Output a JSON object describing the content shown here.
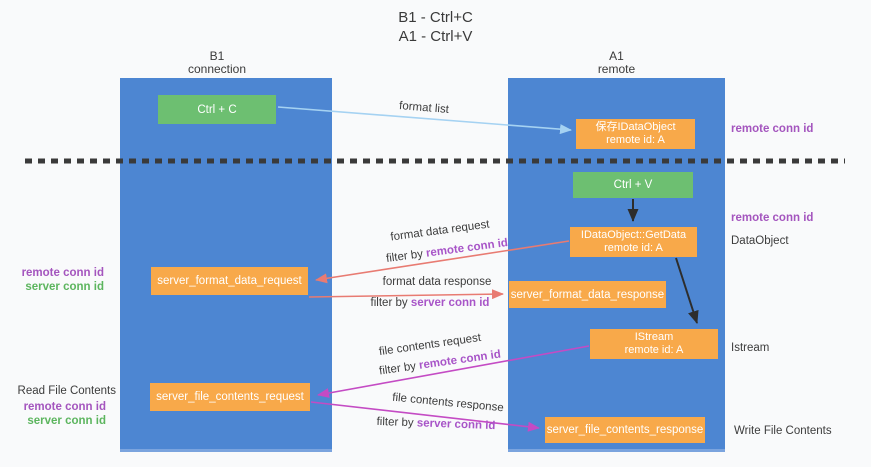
{
  "title": {
    "line1": "B1 - Ctrl+C",
    "line2": "A1 - Ctrl+V"
  },
  "lifelines": {
    "left": {
      "title": "B1",
      "subtitle": "connection"
    },
    "right": {
      "title": "A1",
      "subtitle": "remote"
    }
  },
  "boxes": {
    "ctrl_c": {
      "label": "Ctrl + C"
    },
    "save_idataobject": {
      "line1": "保存IDataObject",
      "line2": "remote id: A"
    },
    "ctrl_v": {
      "label": "Ctrl + V"
    },
    "getdata": {
      "line1": "IDataObject::GetData",
      "line2": "remote id: A"
    },
    "server_format_data_request": {
      "label": "server_format_data_request"
    },
    "server_format_data_response": {
      "label": "server_format_data_response"
    },
    "istream": {
      "line1": "IStream",
      "line2": "remote id: A"
    },
    "server_file_contents_request": {
      "label": "server_file_contents_request"
    },
    "server_file_contents_response": {
      "label": "server_file_contents_response"
    }
  },
  "arrows": {
    "format_list": {
      "label": "format list"
    },
    "format_data_request": {
      "label": "format data request",
      "filter_prefix": "filter by ",
      "filter_key": "remote conn id"
    },
    "format_data_response": {
      "label": "format data response",
      "filter_prefix": "filter by ",
      "filter_key": "server conn id"
    },
    "file_contents_request": {
      "label": "file contents request",
      "filter_prefix": "filter by ",
      "filter_key": "remote conn id"
    },
    "file_contents_response": {
      "label": "file contents response",
      "filter_prefix": "filter by ",
      "filter_key": "server conn id"
    }
  },
  "side_labels": {
    "right_remote_conn_id_top": "remote conn id",
    "right_remote_conn_id_mid": "remote conn id",
    "dataobject": "DataObject",
    "istream": "Istream",
    "write_file_contents": "Write File Contents",
    "left_remote_conn_id_1": "remote conn id",
    "left_server_conn_id_1": "server conn id",
    "read_file_contents": "Read File Contents",
    "left_remote_conn_id_2": "remote conn id",
    "left_server_conn_id_2": "server conn id"
  },
  "colors": {
    "lifeline_blue": "#4d86d2",
    "box_green": "#6dbf71",
    "box_orange": "#f8a94a",
    "arrow_light_blue": "#a5d2f2",
    "arrow_salmon": "#e87b72",
    "arrow_magenta": "#c44bc4",
    "arrow_black": "#2d2d2d",
    "label_purple": "#a855c8",
    "label_green": "#5cb55e",
    "text_dark": "#3c3c3c"
  }
}
